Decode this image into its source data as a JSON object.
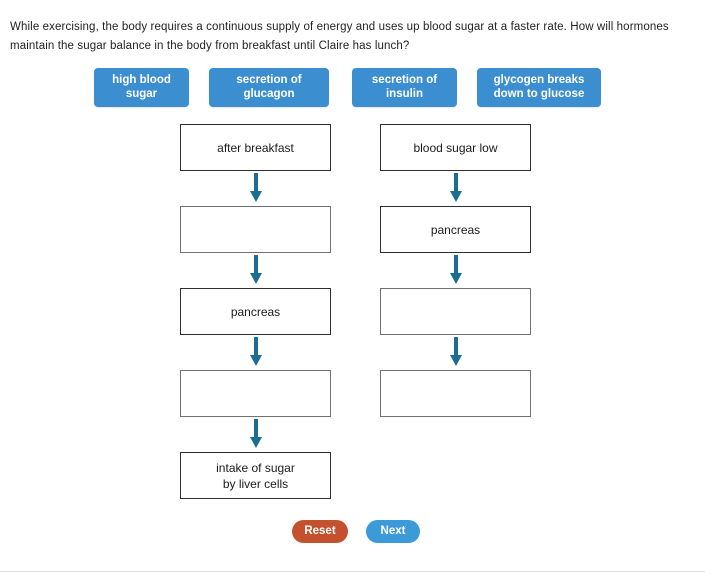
{
  "question": {
    "text": "While exercising, the body requires a continuous supply of energy and uses up blood sugar at a faster rate. How will hormones maintain the sugar balance in the body from breakfast until Claire has lunch?"
  },
  "colors": {
    "tile_blue": "#3b8fd0",
    "arrow_teal": "#1b6e91",
    "reset_orange": "#c4512d",
    "next_blue": "#3d9ad8",
    "node_border": "#2e2e2e",
    "page_background": "#ffffff"
  },
  "answer_tiles": [
    {
      "label": "high blood sugar"
    },
    {
      "label": "secretion of glucagon"
    },
    {
      "label": "secretion of insulin"
    },
    {
      "label": "glycogen breaks down to glucose"
    }
  ],
  "flowchart": {
    "columns": [
      {
        "name": "left-column",
        "nodes": [
          {
            "label": "after breakfast",
            "empty": false
          },
          {
            "label": "",
            "empty": true
          },
          {
            "label": "pancreas",
            "empty": false
          },
          {
            "label": "",
            "empty": true
          },
          {
            "label": "intake of sugar\nby liver cells",
            "empty": false
          }
        ]
      },
      {
        "name": "right-column",
        "nodes": [
          {
            "label": "blood sugar low",
            "empty": false
          },
          {
            "label": "pancreas",
            "empty": false
          },
          {
            "label": "",
            "empty": true
          },
          {
            "label": "",
            "empty": true
          }
        ]
      }
    ]
  },
  "buttons": {
    "reset_label": "Reset",
    "next_label": "Next"
  }
}
